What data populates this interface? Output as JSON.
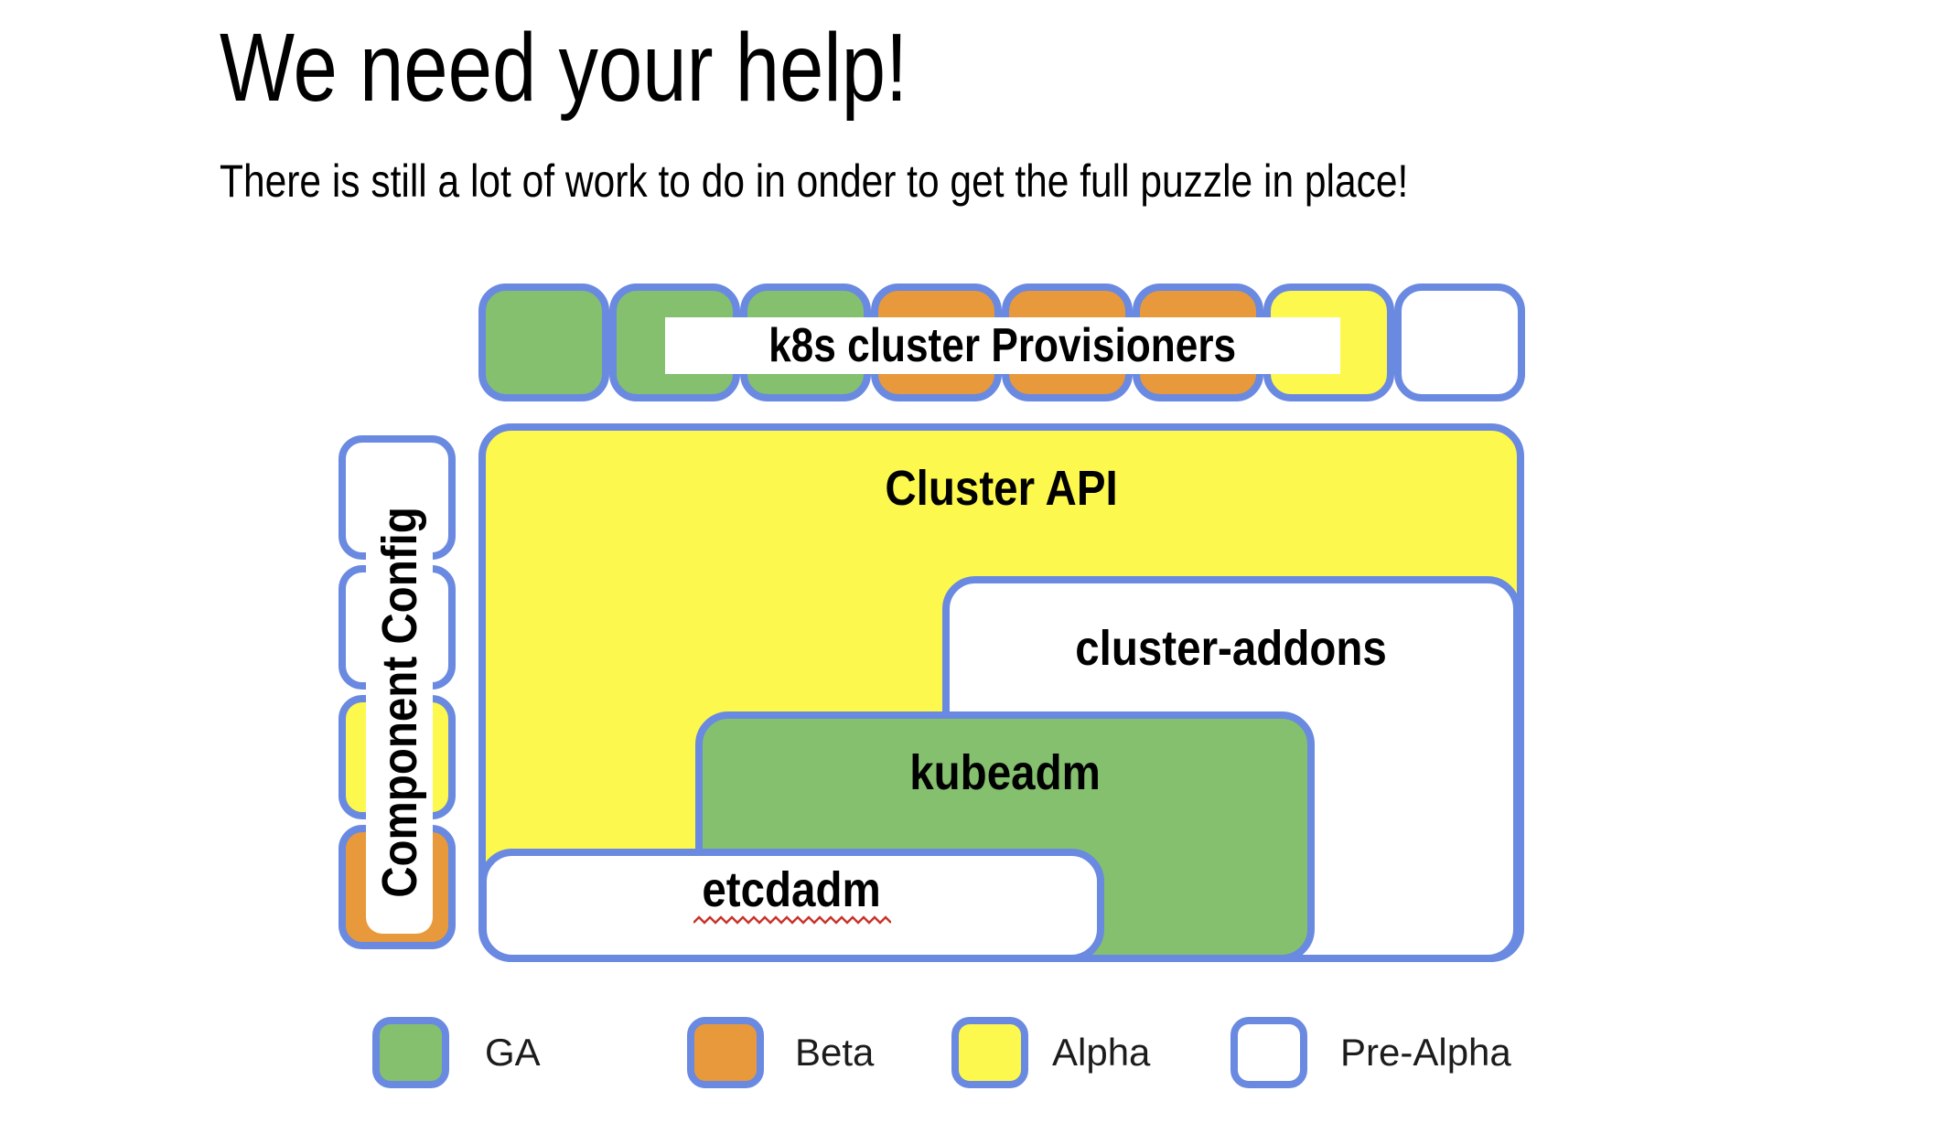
{
  "slide": {
    "title": "We need your help!",
    "subtitle": "There is still a lot of work to do in onder to get the full puzzle in place!"
  },
  "colors": {
    "ga_green": "#85C06E",
    "beta_orange": "#E8993B",
    "alpha_yellow": "#FDF84E",
    "pre_alpha_white": "#FFFFFF",
    "border_blue": "#6A89E0",
    "squiggle_red": "#C9342B"
  },
  "provisioners_row": {
    "label": "k8s cluster Provisioners",
    "pieces": [
      {
        "status": "GA",
        "color": "#85C06E"
      },
      {
        "status": "GA",
        "color": "#85C06E"
      },
      {
        "status": "GA",
        "color": "#85C06E"
      },
      {
        "status": "Beta",
        "color": "#E8993B"
      },
      {
        "status": "Beta",
        "color": "#E8993B"
      },
      {
        "status": "Beta",
        "color": "#E8993B"
      },
      {
        "status": "Alpha",
        "color": "#FDF84E"
      },
      {
        "status": "Pre-Alpha",
        "color": "#FFFFFF"
      }
    ]
  },
  "component_config": {
    "label": "Component Config",
    "pieces": [
      {
        "status": "Pre-Alpha",
        "color": "#FFFFFF"
      },
      {
        "status": "Pre-Alpha",
        "color": "#FFFFFF"
      },
      {
        "status": "Alpha",
        "color": "#FDF84E"
      },
      {
        "status": "Beta",
        "color": "#E8993B"
      }
    ]
  },
  "boxes": {
    "cluster_api": {
      "label": "Cluster API",
      "status": "Alpha",
      "color": "#FDF84E"
    },
    "cluster_addons": {
      "label": "cluster-addons",
      "status": "Pre-Alpha",
      "color": "#FFFFFF"
    },
    "kubeadm": {
      "label": "kubeadm",
      "status": "GA",
      "color": "#85C06E"
    },
    "etcdadm": {
      "label": "etcdadm",
      "status": "Pre-Alpha",
      "color": "#FFFFFF"
    }
  },
  "legend": [
    {
      "label": "GA",
      "color": "#85C06E"
    },
    {
      "label": "Beta",
      "color": "#E8993B"
    },
    {
      "label": "Alpha",
      "color": "#FDF84E"
    },
    {
      "label": "Pre-Alpha",
      "color": "#FFFFFF"
    }
  ]
}
